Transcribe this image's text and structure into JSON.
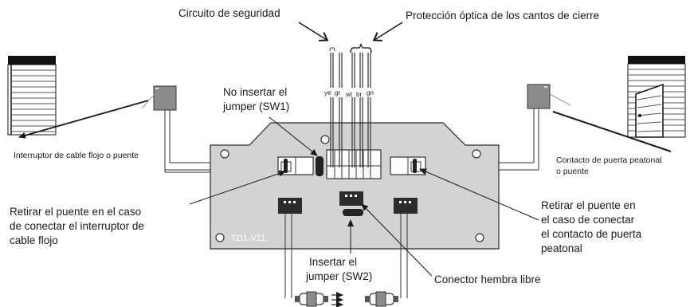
{
  "labels": {
    "safety_circuit": "Circuito de seguridad",
    "optical_protection": "Protección óptica de los cantos de cierre",
    "no_jumper_sw1_line1": "No insertar el",
    "no_jumper_sw1_line2": "jumper (SW1)",
    "slack_cable_switch": "Interruptor de cable flojo o puente",
    "wicket_door_line1": "Contacto de puerta peatonal",
    "wicket_door_line2": "o puente",
    "remove_bridge_left_line1": "Retirar el puente en el caso",
    "remove_bridge_left_line2": "de conectar el interruptor de",
    "remove_bridge_left_line3": "cable flojo",
    "remove_bridge_right_line1": "Retirar el puente en",
    "remove_bridge_right_line2": "el caso de conectar",
    "remove_bridge_right_line3": "el contacto de puerta",
    "remove_bridge_right_line4": "peatonal",
    "insert_jumper_sw2_line1": "Insertar el",
    "insert_jumper_sw2_line2": "jumper (SW2)",
    "free_female_connector": "Conector hembra libre",
    "board_id": "TD1-V11"
  },
  "wires": [
    "ye",
    "gr",
    "wt",
    "br",
    "gn"
  ],
  "colors": {
    "board_fill": "#d3d3d3",
    "board_stroke": "#2a2a2a",
    "connector_dark": "#2b2b2b",
    "device_gray": "#8c8c8c",
    "line": "#1a1a1a"
  }
}
